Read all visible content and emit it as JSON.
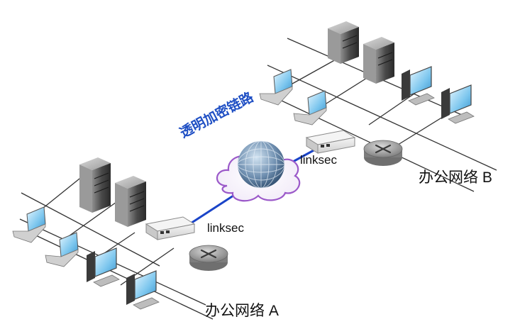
{
  "labels": {
    "tunnel": "透明加密链路",
    "device_a": "linksec",
    "device_b": "linksec",
    "network_a": "办公网络 A",
    "network_b": "办公网络 B"
  },
  "colors": {
    "tunnel_line": "#1a44c8",
    "tunnel_text": "#1f4fc4",
    "cloud_outline": "#9b59c9",
    "network_line": "#333333"
  },
  "icons": {
    "server": "server-icon",
    "laptop": "laptop-icon",
    "desktop": "desktop-pc-icon",
    "router": "router-icon",
    "gateway": "linksec-gateway-icon",
    "globe": "globe-icon",
    "cloud": "internet-cloud-icon"
  }
}
